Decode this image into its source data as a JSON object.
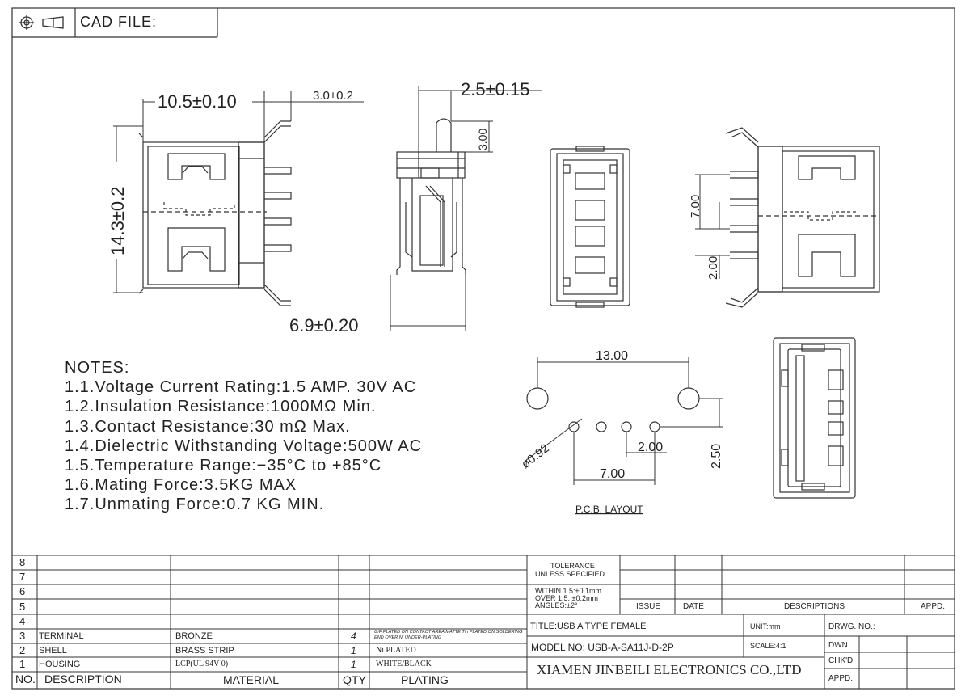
{
  "header": {
    "cad_file_label": "CAD FILE:"
  },
  "dimensions": {
    "front_width": "10.5±0.10",
    "front_pin_offset": "3.0±0.2",
    "front_height": "14.3±0.2",
    "side_top": "2.5±0.15",
    "side_pin": "3.00",
    "side_depth": "6.9±0.20",
    "right_pitch_big": "7.00",
    "right_pitch_small": "2.00",
    "pcb_span": "13.00",
    "pcb_hole_dia": "ø0.92",
    "pcb_pitch": "2.00",
    "pcb_pin_span": "7.00",
    "pcb_offset": "2.50",
    "pcb_label": "P.C.B. LAYOUT"
  },
  "notes": {
    "title": "NOTES:",
    "items": [
      "1.1.Voltage Current Rating:1.5 AMP. 30V AC",
      "1.2.Insulation Resistance:1000MΩ Min.",
      "1.3.Contact Resistance:30 mΩ Max.",
      "1.4.Dielectric Withstanding Voltage:500W AC",
      "1.5.Temperature Range:−35°C to +85°C",
      "1.6.Mating Force:3.5KG MAX",
      "1.7.Unmating Force:0.7 KG MIN."
    ]
  },
  "bom": {
    "headers": {
      "no": "NO.",
      "description": "DESCRIPTION",
      "material": "MATERIAL",
      "qty": "QTY",
      "plating": "PLATING"
    },
    "empty_rows": [
      "8",
      "7",
      "6",
      "5",
      "4"
    ],
    "rows": [
      {
        "no": "3",
        "description": "TERMINAL",
        "material": "BRONZE",
        "qty": "4",
        "plating": "G/F PLATED ON CONTACT AREA,MATTE Tin PLATED ON SOLDERING END OVER NI UNDER-PLATING"
      },
      {
        "no": "2",
        "description": "SHELL",
        "material": "BRASS STRIP",
        "qty": "1",
        "plating": "Ni PLATED"
      },
      {
        "no": "1",
        "description": "HOUSING",
        "material": "LCP(UL 94V-0)",
        "qty": "1",
        "plating": "WHITE/BLACK"
      }
    ]
  },
  "title_block": {
    "tolerance_title": "TOLERANCE",
    "tolerance_sub": "UNLESS SPECIFIED",
    "tol_within": "WITHIN 1.5:±0.1mm",
    "tol_over": "OVER 1.5: ±0.2mm",
    "tol_angles": "ANGLES:±2°",
    "issue": "ISSUE",
    "date": "DATE",
    "descriptions": "DESCRIPTIONS",
    "appd_header": "APPD.",
    "title": "TITLE:USB A TYPE FEMALE",
    "unit": "UNIT:mm",
    "drwg_no": "DRWG. NO.:",
    "model_no": "MODEL NO: USB-A-SA11J-D-2P",
    "scale": "SCALE:4:1",
    "dwn": "DWN",
    "chkd": "CHK'D",
    "appd": "APPD.",
    "company": "XIAMEN JINBEILI ELECTRONICS CO.,LTD"
  }
}
